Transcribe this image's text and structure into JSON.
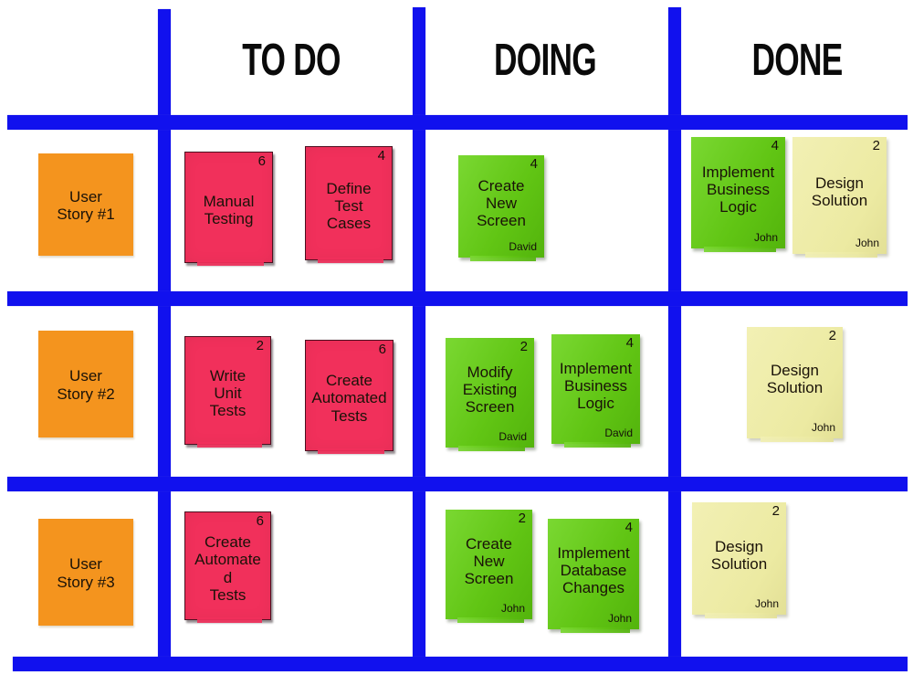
{
  "board": {
    "accent_color": "#1111ee",
    "background_color": "#ffffff",
    "columns": [
      {
        "id": "backlog",
        "label": ""
      },
      {
        "id": "todo",
        "label": "TO DO"
      },
      {
        "id": "doing",
        "label": "DOING"
      },
      {
        "id": "done",
        "label": "DONE"
      }
    ],
    "card_colors": {
      "story": "#f4941e",
      "todo": "#f1305b",
      "doing": "#61c514",
      "done_green": "#61c514",
      "done_yellow": "#eceaa2"
    }
  },
  "rows": [
    {
      "story": {
        "title_line1": "User",
        "title_line2": "Story #1"
      },
      "todo": [
        {
          "points": "6",
          "line1": "Manual",
          "line2": "Testing",
          "line3": "",
          "owner": ""
        },
        {
          "points": "4",
          "line1": "Define",
          "line2": "Test",
          "line3": "Cases",
          "owner": ""
        }
      ],
      "doing": [
        {
          "points": "4",
          "line1": "Create",
          "line2": "New",
          "line3": "Screen",
          "owner": "David"
        }
      ],
      "done": [
        {
          "points": "4",
          "line1": "Implement",
          "line2": "Business",
          "line3": "Logic",
          "owner": "John",
          "color": "green"
        },
        {
          "points": "2",
          "line1": "Design",
          "line2": "Solution",
          "line3": "",
          "owner": "John",
          "color": "yellow"
        }
      ]
    },
    {
      "story": {
        "title_line1": "User",
        "title_line2": "Story #2"
      },
      "todo": [
        {
          "points": "2",
          "line1": "Write",
          "line2": "Unit",
          "line3": "Tests",
          "owner": ""
        },
        {
          "points": "6",
          "line1": "Create",
          "line2": "Automated",
          "line3": "Tests",
          "owner": ""
        }
      ],
      "doing": [
        {
          "points": "2",
          "line1": "Modify",
          "line2": "Existing",
          "line3": "Screen",
          "owner": "David"
        },
        {
          "points": "4",
          "line1": "Implement",
          "line2": "Business",
          "line3": "Logic",
          "owner": "David"
        }
      ],
      "done": [
        {
          "points": "2",
          "line1": "Design",
          "line2": "Solution",
          "line3": "",
          "owner": "John",
          "color": "yellow"
        }
      ]
    },
    {
      "story": {
        "title_line1": "User",
        "title_line2": "Story #3"
      },
      "todo": [
        {
          "points": "6",
          "line1": "Create",
          "line2": "Automated",
          "line3": "Tests",
          "owner": ""
        }
      ],
      "doing": [
        {
          "points": "2",
          "line1": "Create",
          "line2": "New",
          "line3": "Screen",
          "owner": "John"
        },
        {
          "points": "4",
          "line1": "Implement",
          "line2": "Database",
          "line3": "Changes",
          "owner": "John"
        }
      ],
      "done": [
        {
          "points": "2",
          "line1": "Design",
          "line2": "Solution",
          "line3": "",
          "owner": "John",
          "color": "yellow"
        }
      ]
    }
  ]
}
